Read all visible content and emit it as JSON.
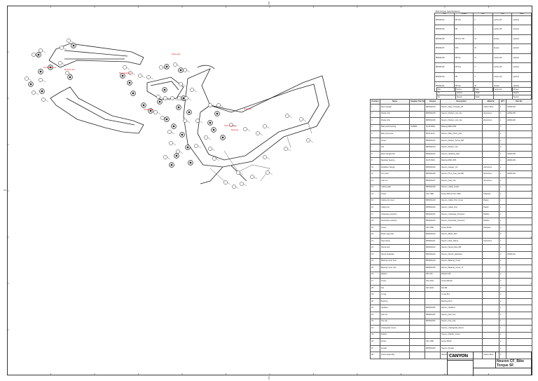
{
  "title_block": {
    "logo": "CANYON",
    "title": "Neuron CF_Bike Torque SF"
  },
  "spec_table": {
    "title": "Bolt Torque Specifications",
    "headers": [
      "Part",
      "Torque",
      "Nm",
      "Tool",
      "Note"
    ],
    "rows": [
      [
        "BP0001234",
        "M5 Torx",
        "5",
        "Loctite 243",
        "optional"
      ],
      [
        "BP0001235",
        "M6",
        "7",
        "Loctite 243",
        "optional"
      ],
      [
        "BP0001236",
        "M8 Torx T30",
        "12",
        "Grease",
        "optional"
      ],
      [
        "BP0001237",
        "M10",
        "15",
        "Grease",
        "optional"
      ],
      [
        "BP0001238",
        "M8 Hex",
        "12",
        "Loctite 243",
        "optional"
      ],
      [
        "BP0001239",
        "M6 Torx",
        "6",
        "Loctite 243",
        "optional"
      ],
      [
        "BP0001240",
        "M5",
        "4",
        "Loctite 243",
        "optional"
      ],
      [
        "BP0001241",
        "M8 Hex",
        "10",
        "Grease",
        "optional"
      ]
    ]
  },
  "rev_table": {
    "rows": [
      [
        "Rev",
        "Frame",
        "Date",
        "Approved",
        "Project"
      ],
      [
        "01",
        "Neuron",
        "2019",
        "",
        "Neuron"
      ],
      [
        "02",
        "Neuron",
        "2020",
        "",
        "Neuron"
      ]
    ]
  },
  "bom": {
    "headers": [
      "Position",
      "Name",
      "Supplier Part No.",
      "Canyon",
      "Description",
      "Material",
      "QTY",
      "Part No."
    ],
    "rows": [
      [
        "1",
        "Rear triangle",
        "",
        "BP0001234",
        "Neuron_Rear_Triangle_CF",
        "Carbon fibre",
        "1",
        "A0001234"
      ],
      [
        "2",
        "Rocker link",
        "",
        "BP0001235",
        "Neuron_Rocker_Link_Alu",
        "Aluminium",
        "1",
        "A0001235"
      ],
      [
        "3",
        "Rocker link",
        "",
        "BP0001236",
        "Neuron_Rocker_Link_Alu",
        "Aluminium",
        "1",
        "A0001236"
      ],
      [
        "4",
        "Main pivot bearing",
        "7000RS",
        "IGUS 6802",
        "Bearing 6802 2RS",
        "",
        "4",
        ""
      ],
      [
        "5",
        "Main pivot axle",
        "",
        "MSN-2123",
        "Neuron_Main_Pivot_Axle",
        "",
        "1",
        ""
      ],
      [
        "6",
        "Screw",
        "",
        "BP0001222",
        "Neuron_Rocker_Screw_M8",
        "",
        "2",
        ""
      ],
      [
        "7",
        "Nut",
        "",
        "BP0001223",
        "Neuron_Rocker_Nut",
        "",
        "2",
        ""
      ],
      [
        "8",
        "Rear triangle bolt",
        "",
        "BP0001224",
        "Neuron_Seatstay_Bolt",
        "",
        "1",
        "A0001238"
      ],
      [
        "9",
        "Seatstay bearing",
        "",
        "IGUS 6901",
        "Bearing 6901 2RS",
        "",
        "2",
        "A0001239"
      ],
      [
        "10",
        "Derailleur hanger",
        "",
        "BP0001225",
        "Neuron_Hanger_CF",
        "Aluminium",
        "1",
        ""
      ],
      [
        "11",
        "Thru axle",
        "",
        "BP0001226",
        "Neuron_Thru_Axle_12x148",
        "Aluminium",
        "1",
        "A0001240"
      ],
      [
        "12",
        "Axle nut",
        "",
        "BP0001227",
        "Neuron_Axle_Nut",
        "Aluminium",
        "1",
        ""
      ],
      [
        "13",
        "Cable guide",
        "",
        "BP0001228",
        "Neuron_Cable_Guide",
        "",
        "1",
        ""
      ],
      [
        "14",
        "Screw",
        "",
        "ISO 7380",
        "Screw M5x10 ISO 7380",
        "Stainless",
        "1",
        ""
      ],
      [
        "15",
        "Cable port cover",
        "",
        "BP0001229",
        "Neuron_Cable_Port_Cover",
        "Plastic",
        "1",
        ""
      ],
      [
        "16",
        "Cable port",
        "",
        "BP0001230",
        "Neuron_Cable_Port",
        "Plastic",
        "1",
        ""
      ],
      [
        "17",
        "Chainstay protector",
        "",
        "BP0001231",
        "Neuron_Chainstay_Protector",
        "Rubber",
        "1",
        ""
      ],
      [
        "18",
        "Downtube protector",
        "",
        "BP0001232",
        "Neuron_Downtube_Protector",
        "Rubber",
        "1",
        ""
      ],
      [
        "19",
        "Screw",
        "",
        "ISO 7380",
        "Screw M4x8",
        "Stainless",
        "2",
        ""
      ],
      [
        "20",
        "Bottle cage bolt",
        "",
        "BP0001233",
        "Neuron_Bottle_Bolt",
        "",
        "2",
        ""
      ],
      [
        "21",
        "Seat clamp",
        "",
        "BP0001241",
        "Neuron_Seat_Clamp",
        "Aluminium",
        "1",
        ""
      ],
      [
        "22",
        "Shock bolt",
        "",
        "BP0001242",
        "Neuron_Shock_Bolt_M8",
        "",
        "2",
        ""
      ],
      [
        "23",
        "Shock hardware",
        "",
        "BP0001243",
        "Neuron_Shock_Hardware",
        "",
        "2",
        "A0001241"
      ],
      [
        "24",
        "Bearing cover front",
        "",
        "BP0001244",
        "Neuron_Bearing_Cover",
        "",
        "1",
        ""
      ],
      [
        "25",
        "Bearing cover rear",
        "",
        "BP0001245",
        "Neuron_Bearing_Cover_R",
        "",
        "1",
        ""
      ],
      [
        "26",
        "Washer",
        "",
        "DIN 125",
        "Washer M8",
        "",
        "4",
        ""
      ],
      [
        "27",
        "Screw",
        "",
        "ISO 4762",
        "Screw M6x16",
        "",
        "2",
        ""
      ],
      [
        "28",
        "Nut",
        "",
        "ISO 4032",
        "Nut M6",
        "",
        "2",
        ""
      ],
      [
        "29",
        "O-ring",
        "",
        "",
        "O-ring 8x1",
        "",
        "4",
        ""
      ],
      [
        "30",
        "Bushing",
        "",
        "",
        "Bushing 8mm",
        "",
        "2",
        ""
      ],
      [
        "31",
        "Headset",
        "",
        "BP0001250",
        "Neuron_Headset",
        "",
        "1",
        ""
      ],
      [
        "32",
        "Star nut",
        "",
        "BP0001251",
        "Neuron_Star_Nut",
        "",
        "1",
        ""
      ],
      [
        "33",
        "Top cap",
        "",
        "BP0001252",
        "Neuron_Top_Cap",
        "",
        "1",
        ""
      ],
      [
        "34",
        "Chainguide mount",
        "",
        "",
        "Neuron_Chainguide_Mount",
        "",
        "1",
        ""
      ],
      [
        "35",
        "Rubber",
        "",
        "",
        "Neuron_Rubber_Cover",
        "",
        "1",
        ""
      ],
      [
        "36",
        "Screw",
        "",
        "ISO 7380",
        "Screw M5x8",
        "",
        "2",
        ""
      ],
      [
        "37",
        "Fender",
        "",
        "BP0001260",
        "Neuron_Fender",
        "",
        "1",
        ""
      ],
      [
        "38",
        "Frame assembly",
        "",
        "",
        "Neuron_CF_Frame_Assembly",
        "Carbon fibre",
        "1",
        ""
      ]
    ]
  },
  "callouts": {
    "labels": [
      "Carbon frame",
      "Rocker link",
      "Rear triangle",
      "Seat stay",
      "Chain stay",
      "Shock mount",
      "Dropout",
      "Bearing"
    ]
  }
}
